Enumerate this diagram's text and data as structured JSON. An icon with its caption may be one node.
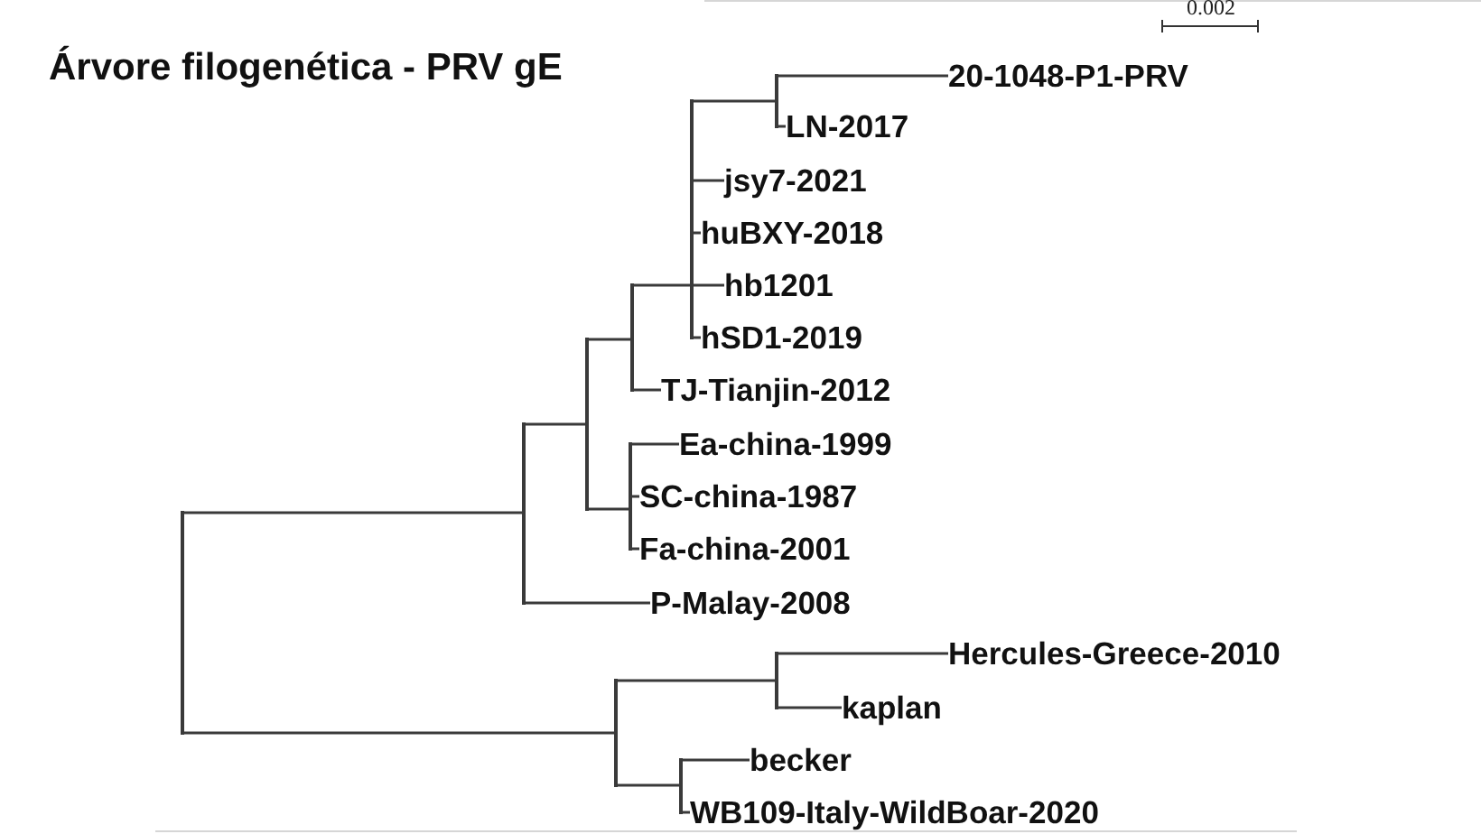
{
  "diagram": {
    "title": "Árvore filogenética - PRV gE",
    "nodes": [
      {
        "text": [],
        "shape": "bar"
      },
      {
        "text": [],
        "shape": "bar"
      },
      {
        "text": [],
        "shape": "bar"
      },
      {
        "text": [],
        "shape": "bar"
      },
      {
        "text": [],
        "shape": "bar"
      },
      {
        "text": [],
        "shape": "bar"
      },
      {
        "text": [
          "20-1048-P1-PRV"
        ]
      },
      {
        "text": [
          "LN-2017"
        ]
      },
      {
        "text": [
          "jsy7-2021"
        ]
      },
      {
        "text": [
          "huBXY-2018"
        ]
      },
      {
        "text": [
          "hb1201"
        ]
      },
      {
        "text": [
          "hSD1-2019"
        ]
      },
      {
        "text": [
          "TJ-Tianjin-2012"
        ]
      },
      {
        "text": [],
        "shape": "bar"
      },
      {
        "text": [
          "Ea-china-1999"
        ]
      },
      {
        "text": [
          "SC-china-1987"
        ]
      },
      {
        "text": [
          "Fa-china-2001"
        ]
      },
      {
        "text": [
          "P-Malay-2008"
        ]
      },
      {
        "text": [],
        "shape": "bar"
      },
      {
        "text": [],
        "shape": "bar"
      },
      {
        "text": [
          "Hercules-Greece-2010"
        ]
      },
      {
        "text": [
          "kaplan"
        ]
      },
      {
        "text": [],
        "shape": "bar"
      },
      {
        "text": [
          "becker"
        ]
      },
      {
        "text": [
          "WB109-Italy-WildBoar-2020"
        ]
      }
    ],
    "edges": [
      {
        "from": 0,
        "to": 1,
        "arrow": "none"
      },
      {
        "from": 1,
        "to": 2,
        "arrow": "none"
      },
      {
        "from": 2,
        "to": 3,
        "arrow": "none"
      },
      {
        "from": 3,
        "to": 4,
        "arrow": "none"
      },
      {
        "from": 4,
        "to": 5,
        "arrow": "none"
      },
      {
        "from": 5,
        "to": 6,
        "arrow": "none"
      },
      {
        "from": 5,
        "to": 7,
        "arrow": "none"
      },
      {
        "from": 4,
        "to": 8,
        "arrow": "none"
      },
      {
        "from": 4,
        "to": 9,
        "arrow": "none"
      },
      {
        "from": 4,
        "to": 10,
        "arrow": "none"
      },
      {
        "from": 4,
        "to": 11,
        "arrow": "none"
      },
      {
        "from": 3,
        "to": 12,
        "arrow": "none"
      },
      {
        "from": 2,
        "to": 13,
        "arrow": "none"
      },
      {
        "from": 13,
        "to": 14,
        "arrow": "none"
      },
      {
        "from": 13,
        "to": 15,
        "arrow": "none"
      },
      {
        "from": 13,
        "to": 16,
        "arrow": "none"
      },
      {
        "from": 1,
        "to": 17,
        "arrow": "none"
      },
      {
        "from": 0,
        "to": 18,
        "arrow": "none"
      },
      {
        "from": 18,
        "to": 19,
        "arrow": "none"
      },
      {
        "from": 19,
        "to": 20,
        "arrow": "none"
      },
      {
        "from": 19,
        "to": 21,
        "arrow": "none"
      },
      {
        "from": 18,
        "to": 22,
        "arrow": "none"
      },
      {
        "from": 22,
        "to": 23,
        "arrow": "none"
      },
      {
        "from": 22,
        "to": 24,
        "arrow": "none"
      }
    ],
    "labels": [
      "0.002"
    ]
  }
}
